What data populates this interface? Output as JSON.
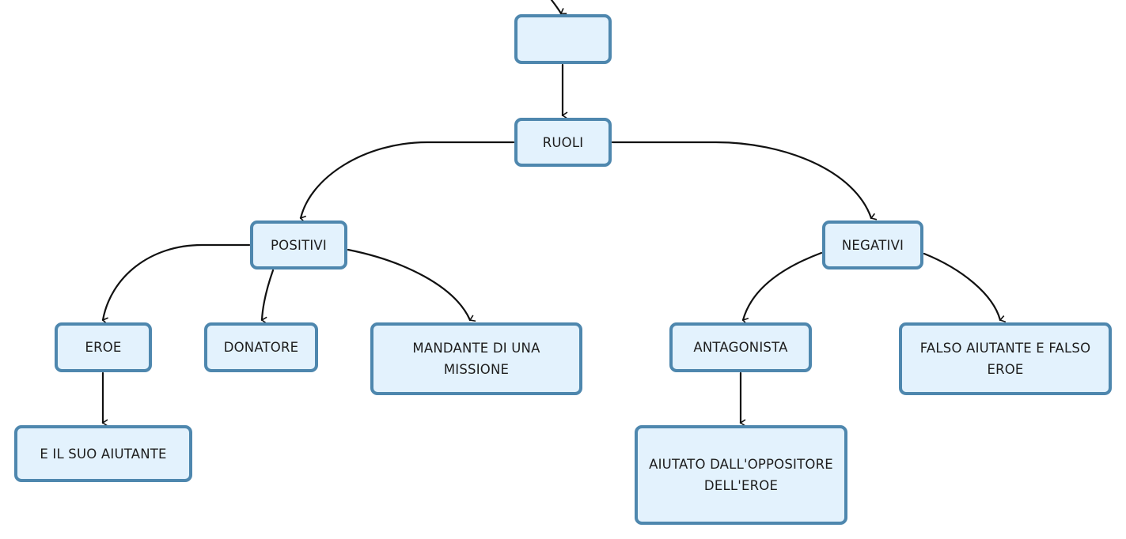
{
  "diagram": {
    "nodes": {
      "top": "",
      "ruoli": "RUOLI",
      "positivi": "POSITIVI",
      "negativi": "NEGATIVI",
      "eroe": "EROE",
      "donatore": "DONATORE",
      "mandante": "MANDANTE DI UNA MISSIONE",
      "antagonista": "ANTAGONISTA",
      "falso": "FALSO AIUTANTE E FALSO EROE",
      "suo_aiutante": "E IL SUO AIUTANTE",
      "aiutato": "AIUTATO DALL'OPPOSITORE DELL'EROE"
    },
    "edges": [
      {
        "from": "top",
        "to": "ruoli"
      },
      {
        "from": "ruoli",
        "to": "positivi"
      },
      {
        "from": "ruoli",
        "to": "negativi"
      },
      {
        "from": "positivi",
        "to": "eroe"
      },
      {
        "from": "positivi",
        "to": "donatore"
      },
      {
        "from": "positivi",
        "to": "mandante"
      },
      {
        "from": "negativi",
        "to": "antagonista"
      },
      {
        "from": "negativi",
        "to": "falso"
      },
      {
        "from": "eroe",
        "to": "suo_aiutante"
      },
      {
        "from": "antagonista",
        "to": "aiutato"
      }
    ],
    "colors": {
      "node_fill": "#e3f2fd",
      "node_border": "#4e87ae",
      "connector": "#111111",
      "text": "#1d1d1d"
    }
  }
}
